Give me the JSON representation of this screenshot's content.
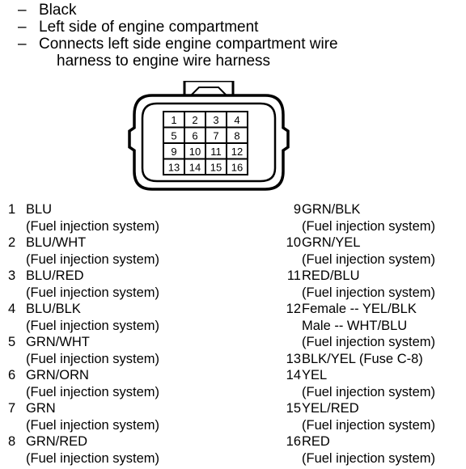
{
  "header": {
    "lines": [
      "Black",
      "Left side of engine compartment",
      "Connects left side engine compartment wire",
      "harness to engine wire harness"
    ]
  },
  "connector": {
    "pins": [
      "1",
      "2",
      "3",
      "4",
      "5",
      "6",
      "7",
      "8",
      "9",
      "10",
      "11",
      "12",
      "13",
      "14",
      "15",
      "16"
    ]
  },
  "pins_left": [
    {
      "num": "1",
      "lines": [
        "BLU",
        "(Fuel injection system)"
      ]
    },
    {
      "num": "2",
      "lines": [
        "BLU/WHT",
        "(Fuel injection system)"
      ]
    },
    {
      "num": "3",
      "lines": [
        "BLU/RED",
        "(Fuel injection system)"
      ]
    },
    {
      "num": "4",
      "lines": [
        "BLU/BLK",
        "(Fuel injection system)"
      ]
    },
    {
      "num": "5",
      "lines": [
        "GRN/WHT",
        "(Fuel injection system)"
      ]
    },
    {
      "num": "6",
      "lines": [
        "GRN/ORN",
        "(Fuel injection system)"
      ]
    },
    {
      "num": "7",
      "lines": [
        "GRN",
        "(Fuel injection system)"
      ]
    },
    {
      "num": "8",
      "lines": [
        "GRN/RED",
        "(Fuel injection system)"
      ]
    }
  ],
  "pins_right": [
    {
      "num": "9",
      "lines": [
        "GRN/BLK",
        "(Fuel injection system)"
      ]
    },
    {
      "num": "10",
      "lines": [
        "GRN/YEL",
        "(Fuel injection system)"
      ]
    },
    {
      "num": "11",
      "lines": [
        "RED/BLU",
        "(Fuel injection system)"
      ]
    },
    {
      "num": "12",
      "lines": [
        "Female -- YEL/BLK",
        "Male -- WHT/BLU",
        "(Fuel injection system)"
      ]
    },
    {
      "num": "13",
      "lines": [
        "BLK/YEL (Fuse C-8)"
      ]
    },
    {
      "num": "14",
      "lines": [
        "YEL",
        "(Fuel injection system)"
      ]
    },
    {
      "num": "15",
      "lines": [
        "YEL/RED",
        "(Fuel injection system)"
      ]
    },
    {
      "num": "16",
      "lines": [
        "RED",
        "(Fuel injection system)"
      ]
    }
  ]
}
